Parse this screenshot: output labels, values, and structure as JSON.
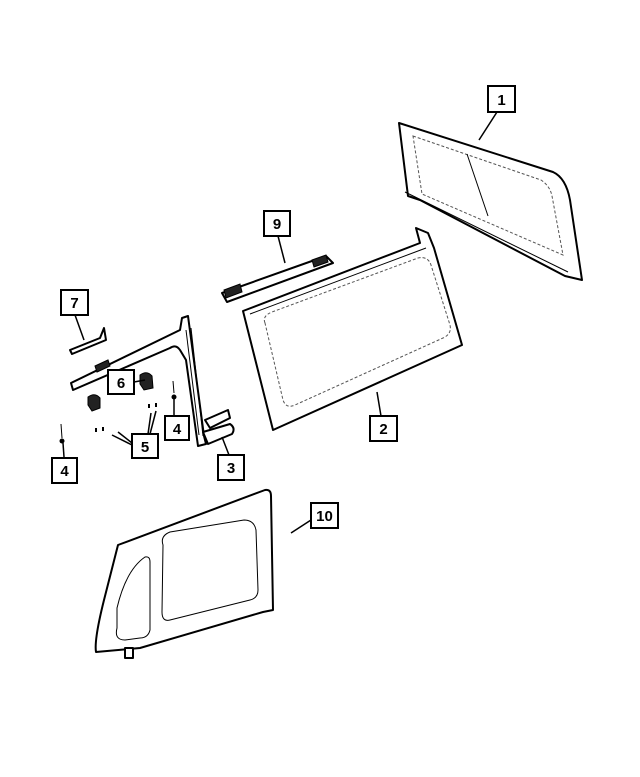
{
  "diagram": {
    "callouts": [
      {
        "label": "1",
        "part": "rear-window-glass"
      },
      {
        "label": "2",
        "part": "side-window-glass"
      },
      {
        "label": "3",
        "part": "window-frame-pillar"
      },
      {
        "label": "4",
        "part": "fastener"
      },
      {
        "label": "4",
        "part": "fastener"
      },
      {
        "label": "5",
        "part": "clips"
      },
      {
        "label": "6",
        "part": "latch-brackets"
      },
      {
        "label": "7",
        "part": "trim-piece"
      },
      {
        "label": "9",
        "part": "weatherstrip"
      },
      {
        "label": "10",
        "part": "quarter-window-panel"
      }
    ]
  }
}
